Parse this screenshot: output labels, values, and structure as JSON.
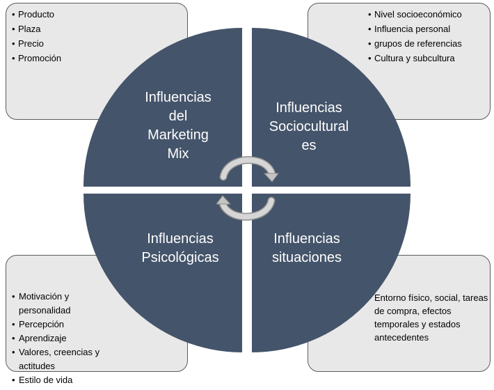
{
  "quadrants": {
    "top_left": {
      "title": "Influencias\ndel\nMarketing\nMix",
      "items": [
        "Producto",
        "Plaza",
        "Precio",
        "Promoción"
      ]
    },
    "top_right": {
      "title": "Influencias\nSociocultural\nes",
      "items": [
        "Nivel socioeconómico",
        "Influencia personal",
        "grupos de referencias",
        "Cultura y subcultura"
      ]
    },
    "bottom_left": {
      "title": "Influencias\nPsicológicas",
      "items": [
        "Motivación y personalidad",
        "Percepción",
        "Aprendizaje",
        "Valores, creencias y actitudes",
        "Estilo de vida"
      ]
    },
    "bottom_right": {
      "title": "Influencias\nsituaciones",
      "text": "Entorno físico, social, tareas de compra, efectos temporales y estados antecedentes"
    }
  },
  "colors": {
    "quadrant_fill": "#44546a",
    "box_fill": "#e8e8e8",
    "arrow_fill": "#c4c4c4"
  },
  "icons": [
    "cycle-arrow-icon"
  ]
}
